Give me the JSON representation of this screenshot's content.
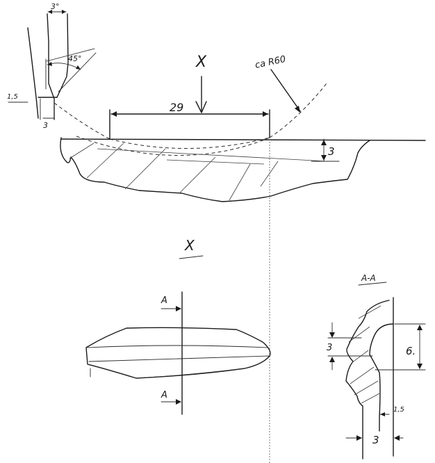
{
  "top_view": {
    "tool_width_label": "3°",
    "tool_angle_label": "45°",
    "tool_flat_label": "1,5",
    "tool_tip_label": "3",
    "view_arrow_label": "X",
    "radius_label": "ca R60",
    "length_label": "29",
    "depth_label": "3"
  },
  "view_x": {
    "title": "X",
    "section_marker_top": "A",
    "section_marker_bottom": "A"
  },
  "section_aa": {
    "title": "A-A",
    "depth_label": "3",
    "height_label": "6.",
    "width_label": "3",
    "edge_label": "1,5"
  }
}
